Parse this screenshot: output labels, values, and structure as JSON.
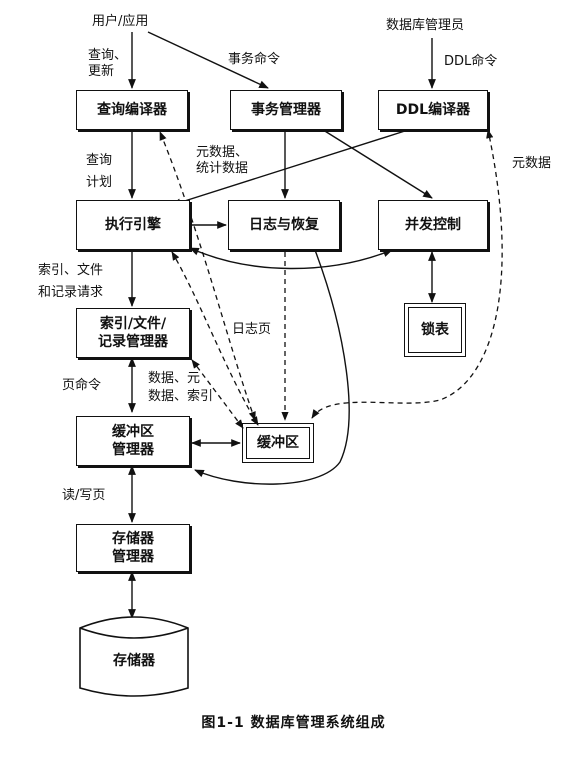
{
  "nodes": {
    "query_compiler": "查询编译器",
    "transaction_manager": "事务管理器",
    "ddl_compiler": "DDL编译器",
    "execution_engine": "执行引擎",
    "log_recovery": "日志与恢复",
    "concurrency_control": "并发控制",
    "lock_table": "锁表",
    "index_file_record_manager": "索引/文件/\n记录管理器",
    "buffer_manager": "缓冲区\n管理器",
    "buffers": "缓冲区",
    "storage_manager": "存储器\n管理器",
    "storage": "存储器"
  },
  "labels": {
    "user_app": "用户/应用",
    "query_update": "查询、\n更新",
    "transaction_commands": "事务命令",
    "dba": "数据库管理员",
    "ddl_commands": "DDL命令",
    "metadata_right": "元数据",
    "query_plan": "查询\n计划",
    "metadata_stats": "元数据、\n统计数据",
    "index_file_record_requests": "索引、文件\n和记录请求",
    "log_pages": "日志页",
    "page_commands": "页命令",
    "data_meta_index": "数据、元\n数据、索引",
    "read_write_pages": "读/写页"
  },
  "caption": "图1-1   数据库管理系统组成"
}
